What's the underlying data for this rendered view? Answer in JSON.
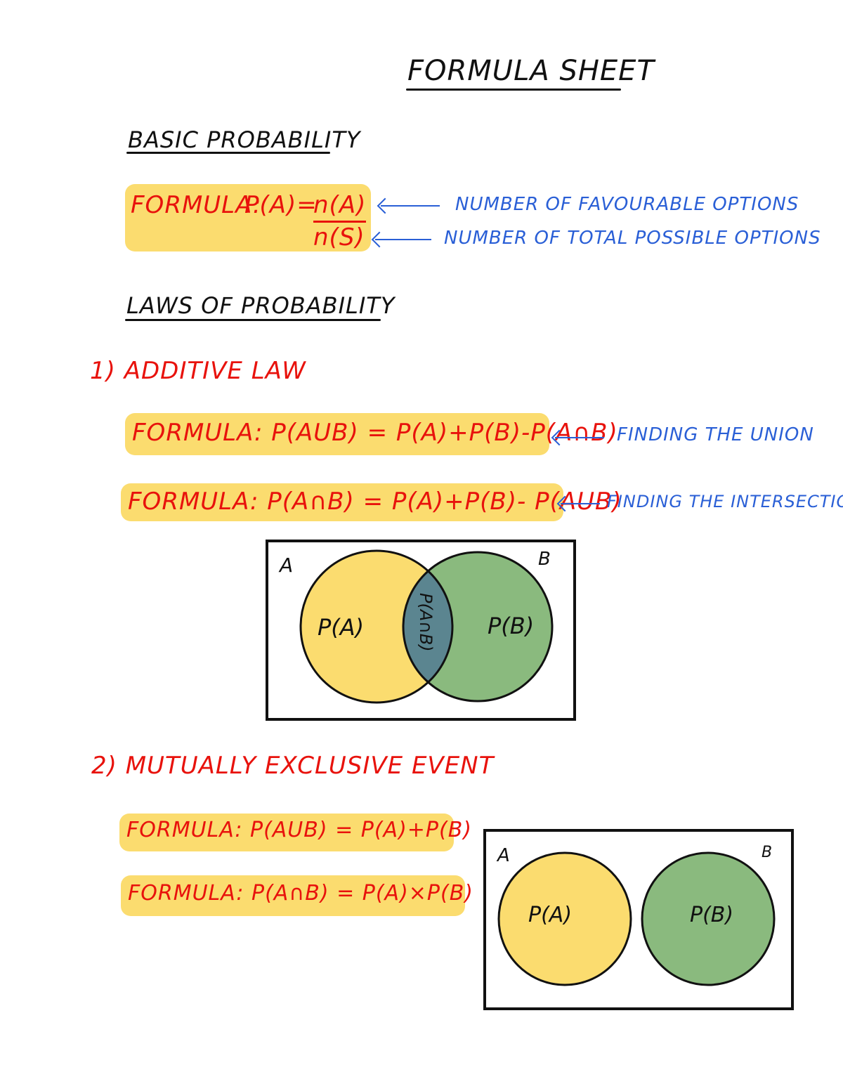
{
  "title": "FORMULA SHEET",
  "basic": {
    "heading": "BASIC PROBABILITY",
    "label": "FORMULA:",
    "lhs": "P(A)=",
    "numerator": "n(A)",
    "denominator": "n(S)",
    "note_num": "NUMBER OF FAVOURABLE OPTIONS",
    "note_den": "NUMBER OF TOTAL POSSIBLE OPTIONS"
  },
  "laws": {
    "heading": "LAWS OF PROBABILITY",
    "additive": {
      "title": "1) ADDITIVE LAW",
      "formula1": "FORMULA: P(AUB) = P(A)+P(B)-P(A∩B)",
      "note1": "FINDING THE UNION",
      "formula2": "FORMULA: P(A∩B) = P(A)+P(B)- P(AUB)",
      "note2": "FINDING THE INTERSECTION",
      "venn": {
        "set_a": "A",
        "set_b": "B",
        "label_a": "P(A)",
        "label_b": "P(B)",
        "label_ab": "P(A∩B)"
      }
    },
    "mutual": {
      "title": "2) MUTUALLY EXCLUSIVE EVENT",
      "formula1": "FORMULA: P(AUB) = P(A)+P(B)",
      "formula2": "FORMULA: P(A∩B) = P(A)×P(B)",
      "venn": {
        "set_a": "A",
        "set_b": "B",
        "label_a": "P(A)",
        "label_b": "P(B)"
      }
    }
  },
  "colors": {
    "red": "#e8120c",
    "blue": "#2a5fd6",
    "yellow": "#fbdc6f",
    "green": "#8aba7e",
    "teal": "#5b8590"
  }
}
